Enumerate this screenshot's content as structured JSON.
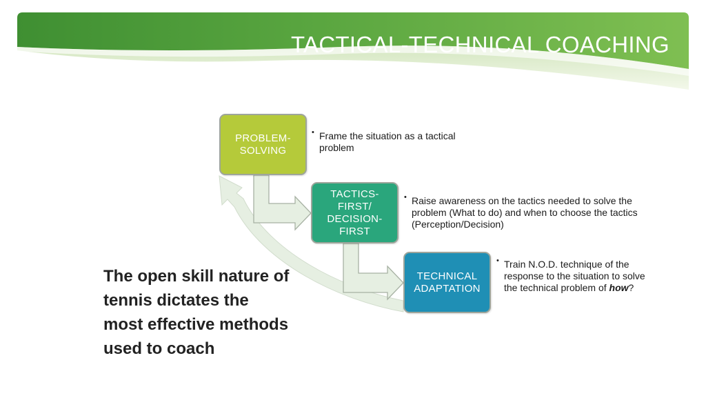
{
  "title": "TACTICAL-TECHNICAL COACHING",
  "steps": [
    {
      "label": "PROBLEM-\nSOLVING",
      "description": "Frame the situation as a tactical problem"
    },
    {
      "label": "TACTICS-\nFIRST/\nDECISION-\nFIRST",
      "description": "Raise awareness on the tactics needed to solve the problem (What to do) and when to choose the tactics (Perception/Decision)"
    },
    {
      "label": "TECHNICAL\nADAPTATION",
      "description_before": "Train N.O.D. technique of the response to the situation to solve the technical problem of ",
      "description_emphasis": "how",
      "description_after": "?"
    }
  ],
  "bullet_symbol": "•",
  "statement": "The open skill nature of tennis dictates the most effective methods used to coach",
  "colors": {
    "header_green": "#4f9a3c",
    "problem_solving": "#b5ca3a",
    "tactics_first": "#2aa67c",
    "technical_adaptation": "#1f8fb5",
    "connector_fill": "#e6efe2"
  }
}
